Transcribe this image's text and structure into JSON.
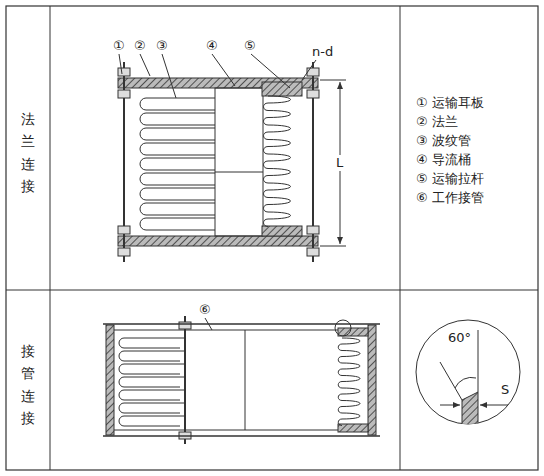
{
  "diagram": {
    "labels": [
      "法兰连接",
      "接管连接",
      "①",
      "②",
      "③",
      "④",
      "⑤",
      "n-d",
      "L",
      "① 运输耳板",
      "② 法兰",
      "③ 波纹管",
      "④ 导流桶",
      "⑤ 运输拉杆",
      "⑥ 工作接管",
      "⑥",
      "60°",
      "S"
    ]
  }
}
